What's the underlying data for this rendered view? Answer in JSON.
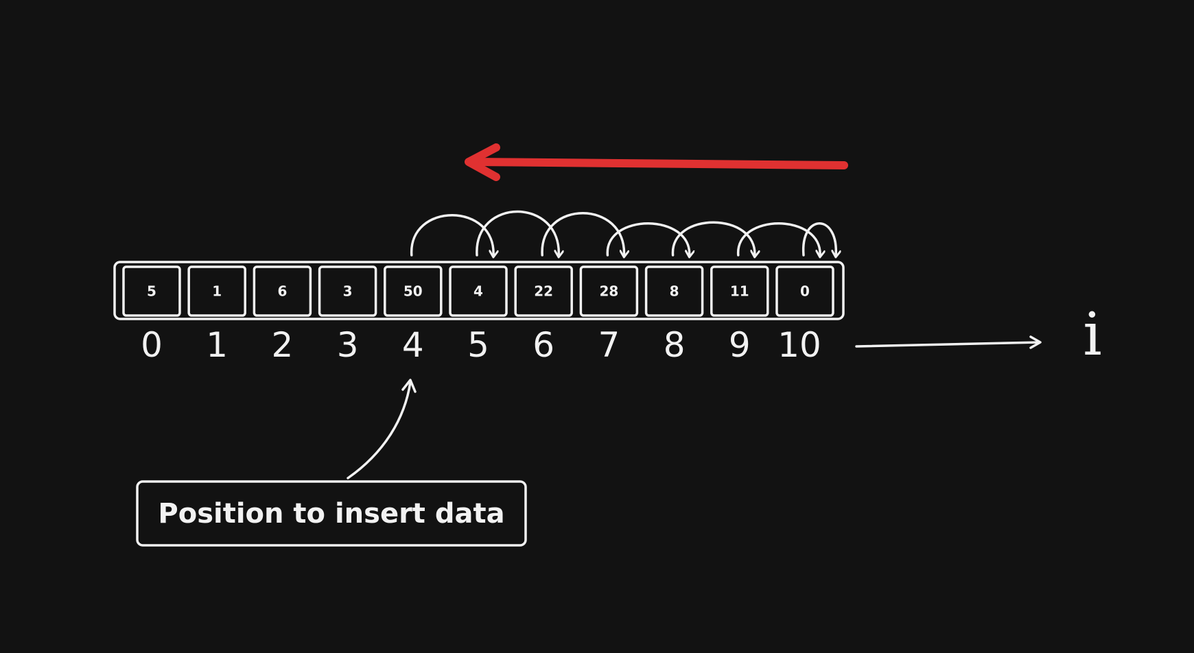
{
  "array": {
    "values": [
      "5",
      "1",
      "6",
      "3",
      "50",
      "4",
      "22",
      "28",
      "8",
      "11",
      "0"
    ],
    "indices": [
      "0",
      "1",
      "2",
      "3",
      "4",
      "5",
      "6",
      "7",
      "8",
      "9",
      "10"
    ]
  },
  "iterator_label": "i",
  "callout": {
    "text": "Position to insert data",
    "target_index": 4
  },
  "colors": {
    "background": "#121212",
    "stroke": "#f2f2f2",
    "direction_arrow": "#e03131"
  },
  "shift_arrows": [
    {
      "from": 4,
      "to": 5
    },
    {
      "from": 5,
      "to": 6
    },
    {
      "from": 6,
      "to": 7
    },
    {
      "from": 7,
      "to": 8
    },
    {
      "from": 8,
      "to": 9
    },
    {
      "from": 9,
      "to": 10
    },
    {
      "from": 10,
      "to": 11
    }
  ],
  "direction": "right-to-left"
}
